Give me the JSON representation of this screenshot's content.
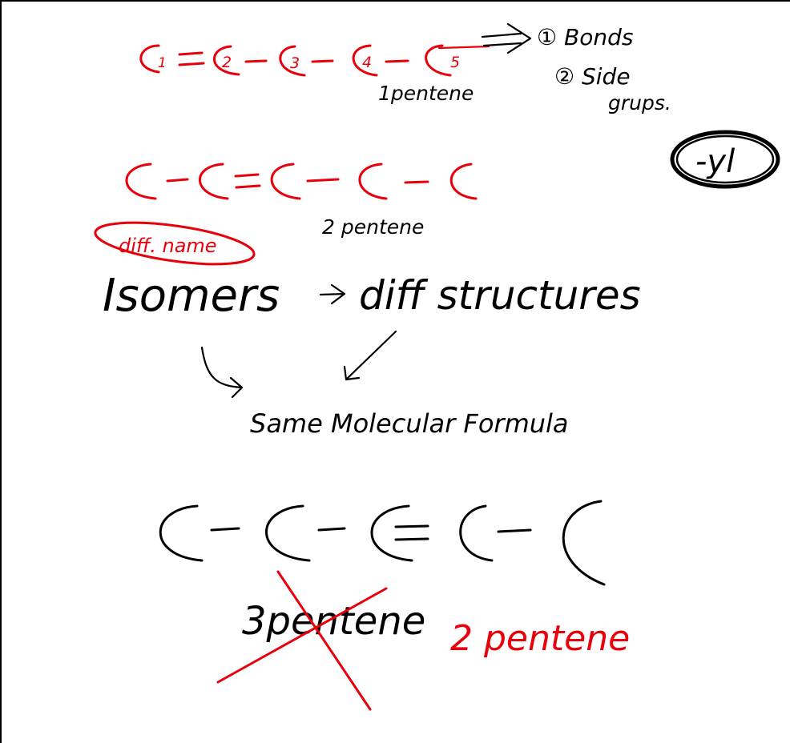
{
  "chain_1": {
    "carbon_numbers": [
      "1",
      "2",
      "3",
      "4",
      "5"
    ],
    "name": "1pentene"
  },
  "chain_2": {
    "name": "2 pentene",
    "circled_note": "diff. name"
  },
  "notes": {
    "arrow_item_1": "① Bonds",
    "arrow_item_2": "② Side",
    "arrow_item_2b": "grups.",
    "circled_group": "-yl"
  },
  "isomers": {
    "term": "Isomers",
    "relation_1": "diff structures",
    "relation_2": "Same Molecular Formula"
  },
  "chain_3": {
    "wrong_name": "3pentene",
    "correct_name": "2 pentene"
  },
  "colors": {
    "red_ink": "#e8000b",
    "black_ink": "#000000"
  }
}
